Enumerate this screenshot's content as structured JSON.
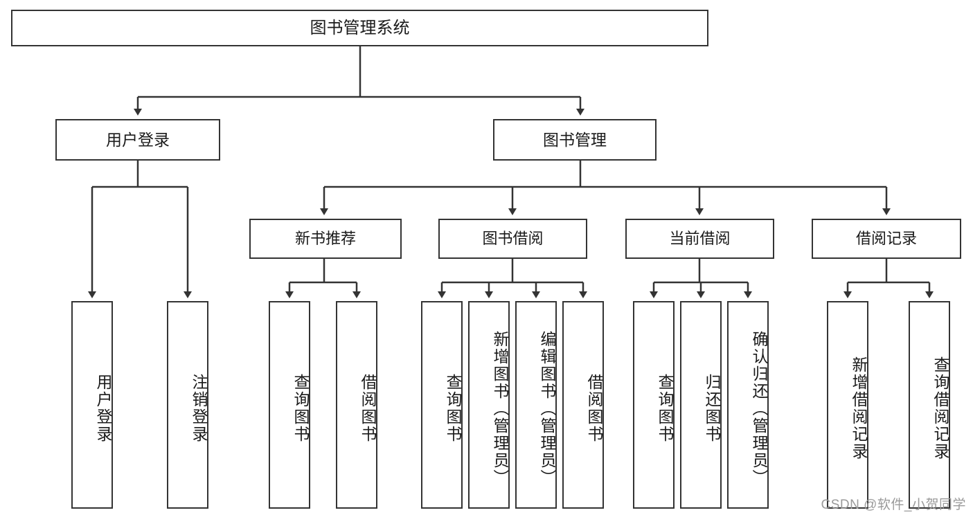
{
  "diagram": {
    "type": "hierarchy-tree",
    "title": "图书管理系统",
    "root": {
      "label": "图书管理系统"
    },
    "level1": [
      {
        "label": "用户登录"
      },
      {
        "label": "图书管理"
      }
    ],
    "level2": [
      {
        "label": "新书推荐"
      },
      {
        "label": "图书借阅"
      },
      {
        "label": "当前借阅"
      },
      {
        "label": "借阅记录"
      }
    ],
    "leaves": {
      "user_login": [
        {
          "label": "用户登录"
        },
        {
          "label": "注销登录"
        }
      ],
      "new_book_recommend": [
        {
          "label": "查询图书"
        },
        {
          "label": "借阅图书"
        }
      ],
      "book_borrow": [
        {
          "label": "查询图书"
        },
        {
          "label": "新增图书（管理员）"
        },
        {
          "label": "编辑图书（管理员）"
        },
        {
          "label": "借阅图书"
        }
      ],
      "current_borrow": [
        {
          "label": "查询图书"
        },
        {
          "label": "归还图书"
        },
        {
          "label": "确认归还（管理员）"
        }
      ],
      "borrow_record": [
        {
          "label": "新增借阅记录"
        },
        {
          "label": "查询借阅记录"
        }
      ]
    }
  },
  "watermark": {
    "text": "CSDN @软件_小贺同学"
  },
  "colors": {
    "stroke": "#333333",
    "background": "#ffffff",
    "text": "#1a1a1a",
    "watermark": "#9a9a9a"
  }
}
